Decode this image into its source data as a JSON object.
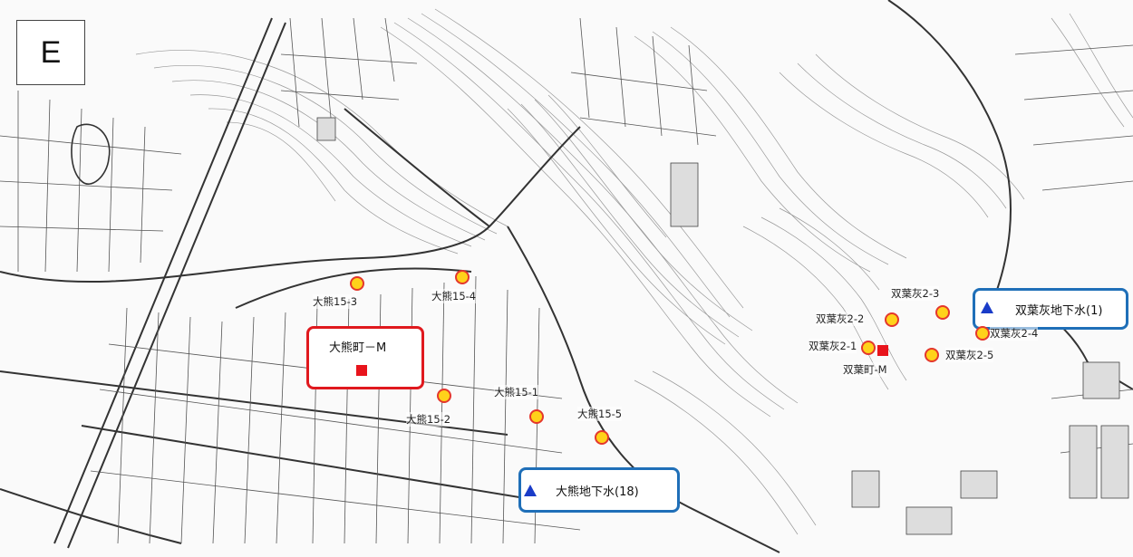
{
  "map": {
    "sheet_label": "E",
    "main_site": {
      "label": "大熊町－M"
    },
    "groundwater_sites": [
      {
        "id": "gw-futaba",
        "label": "双葉灰地下水(1)"
      },
      {
        "id": "gw-okuma",
        "label": "大熊地下水(18)"
      }
    ],
    "sampling_points": [
      {
        "id": "okuma-15-3",
        "label": "大熊15-3"
      },
      {
        "id": "okuma-15-4",
        "label": "大熊15-4"
      },
      {
        "id": "okuma-15-1",
        "label": "大熊15-1"
      },
      {
        "id": "okuma-15-2",
        "label": "大熊15-2"
      },
      {
        "id": "okuma-15-5",
        "label": "大熊15-5"
      },
      {
        "id": "futaba-2-3",
        "label": "双葉灰2-3"
      },
      {
        "id": "futaba-2-2",
        "label": "双葉灰2-2"
      },
      {
        "id": "futaba-2-1",
        "label": "双葉灰2-1"
      },
      {
        "id": "futaba-2-4",
        "label": "双葉灰2-4"
      },
      {
        "id": "futaba-2-5",
        "label": "双葉灰2-5"
      }
    ],
    "secondary_site_label": "双葉町-M",
    "colors": {
      "sampling_point_fill": "#ffd21a",
      "sampling_point_stroke": "#e4372c",
      "main_site_marker": "#e8141c",
      "groundwater_marker": "#1a3cc8",
      "main_callout_border": "#e0191e",
      "groundwater_callout_border": "#1f6fb8"
    },
    "icons": {
      "sampling_point": "circle-marker-icon",
      "site": "square-marker-icon",
      "groundwater": "triangle-marker-icon"
    }
  }
}
